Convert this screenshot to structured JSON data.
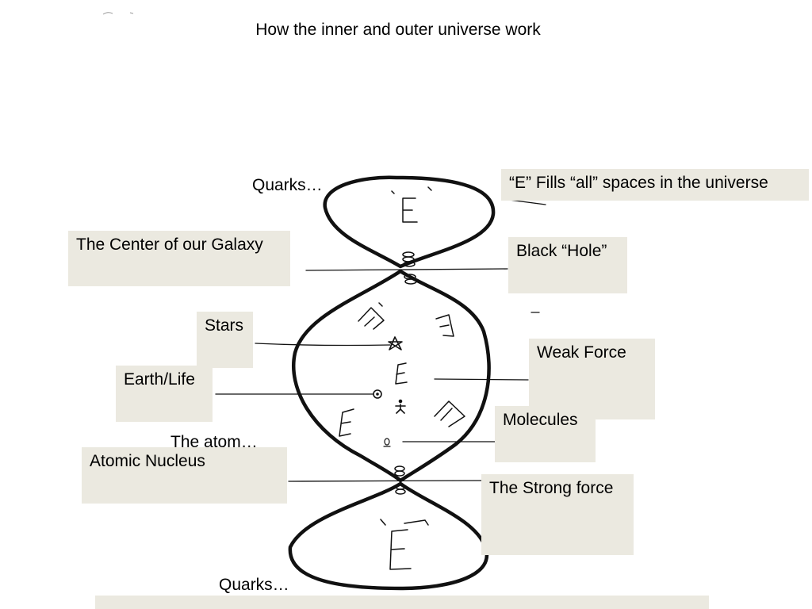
{
  "title": "How the inner and outer universe work",
  "labels": {
    "quarks_top": "Quarks…",
    "e_fills": "“E” Fills “all” spaces in the universe",
    "galaxy_center": "The Center of our Galaxy",
    "black_hole": "Black “Hole”",
    "stars": "Stars",
    "weak_force": "Weak Force",
    "earth_life": "Earth/Life",
    "molecules": "Molecules",
    "the_atom": "The atom…",
    "atomic_nucleus": "Atomic Nucleus",
    "strong_force": "The Strong force",
    "quarks_bottom": "Quarks…"
  },
  "diagram": {
    "e_symbol": "E"
  },
  "colors": {
    "label_box": "#ebe9e0",
    "ink": "#111111"
  }
}
